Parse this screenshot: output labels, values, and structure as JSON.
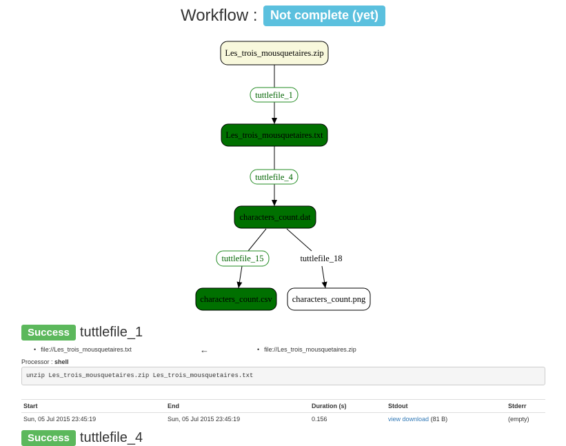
{
  "header": {
    "title": "Workflow :",
    "status": "Not complete (yet)"
  },
  "graph": {
    "nodes": {
      "zip": "Les_trois_mousquetaires.zip",
      "txt": "Les_trois_mousquetaires.txt",
      "dat": "characters_count.dat",
      "csv": "characters_count.csv",
      "png": "characters_count.png"
    },
    "edges": {
      "p1": "tuttlefile_1",
      "p4": "tuttlefile_4",
      "p15": "tuttlefile_15",
      "p18": "tuttlefile_18"
    },
    "colors": {
      "done": "#007000",
      "todo": "#ffffff",
      "source": "#f8f8dc",
      "edge_done": "#228b22"
    }
  },
  "sections": [
    {
      "status": "Success",
      "name": "tuttlefile_1",
      "outputs": [
        "file://Les_trois_mousquetaires.txt"
      ],
      "arrow": "←",
      "inputs": [
        "file://Les_trois_mousquetaires.zip"
      ],
      "processor_label": "Processor :",
      "processor": "shell",
      "command": "unzip Les_trois_mousquetaires.zip Les_trois_mousquetaires.txt",
      "table": {
        "headers": [
          "Start",
          "End",
          "Duration (s)",
          "Stdout",
          "Stderr"
        ],
        "row": {
          "start": "Sun, 05 Jul 2015 23:45:19",
          "end": "Sun, 05 Jul 2015 23:45:19",
          "duration": "0.156",
          "stdout_view": "view",
          "stdout_download": "download",
          "stdout_size": "(81 B)",
          "stderr": "(empty)"
        }
      }
    },
    {
      "status": "Success",
      "name": "tuttlefile_4"
    }
  ]
}
